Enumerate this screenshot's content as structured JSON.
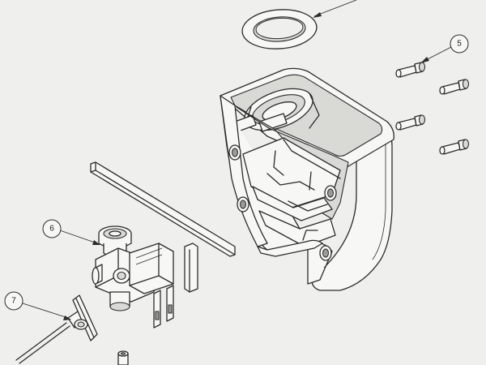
{
  "callouts": [
    {
      "id": "5",
      "label": "5"
    },
    {
      "id": "6",
      "label": "6"
    },
    {
      "id": "7",
      "label": "7"
    }
  ],
  "colors": {
    "background": "#efefed",
    "line": "#2b2b2b",
    "face": "#f7f7f5",
    "shade": "#d9d9d6"
  }
}
